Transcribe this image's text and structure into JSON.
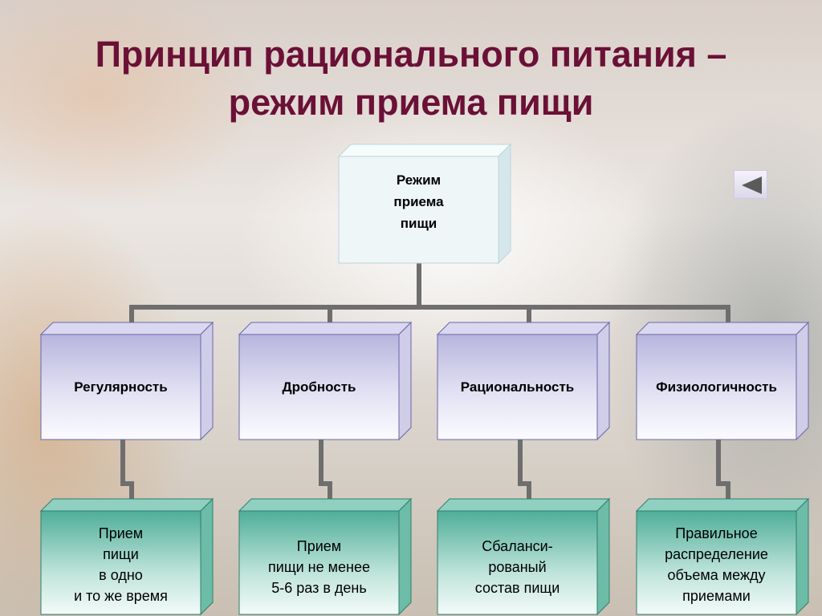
{
  "title": {
    "line1": "Принцип рационального питания –",
    "line2": "режим приема пищи"
  },
  "root": {
    "lines": [
      "Режим",
      "приема",
      "пищи"
    ]
  },
  "principles": [
    {
      "label": "Регулярность",
      "detail": [
        "Прием",
        "пищи",
        "в одно",
        "и то же время"
      ]
    },
    {
      "label": "Дробность",
      "detail": [
        "Прием",
        "пищи не менее",
        "5-6 раз в день"
      ]
    },
    {
      "label": "Рациональность",
      "detail": [
        "Сбаланси-",
        "рованый",
        "состав пищи"
      ]
    },
    {
      "label": "Физиологичность",
      "detail": [
        "Правильное",
        "распределение",
        "объема между",
        "приемами"
      ]
    }
  ],
  "navigation": {
    "back_icon": "triangle-left-icon"
  },
  "colors": {
    "title": "#6b1036",
    "connector": "#6e6e6e",
    "root_box": "#eef6f8",
    "principle_box": "#c4c2e4",
    "detail_box": "#6cc0ac"
  }
}
